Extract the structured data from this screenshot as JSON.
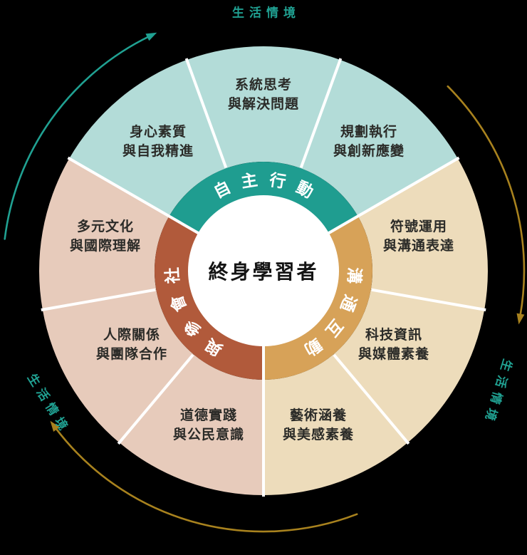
{
  "title": "終身學習者",
  "outer_context_labels": {
    "top": "生活情境",
    "bottom_left": "生活情境",
    "right": "生活情境"
  },
  "colors": {
    "background": "#000000",
    "center_circle": "#ffffff",
    "divider": "#ffffff",
    "teal_band": "#1f9d90",
    "teal_ring": "#b3dcd8",
    "gold_band": "#d7a258",
    "gold_ring": "#eddcbb",
    "rust_band": "#b15a3b",
    "rust_ring": "#e7cbbb",
    "context_text": "#20a192",
    "arc_teal": "#20a192",
    "arc_gold": "#a8821e",
    "band_text": "#ffffff",
    "competency_text": "#2b2b28"
  },
  "domains": [
    {
      "label": "自主行動",
      "chars": [
        "自",
        "主",
        "行",
        "動"
      ],
      "color_key": "teal",
      "competencies": [
        {
          "line1": "身心素質",
          "line2": "與自我精進"
        },
        {
          "line1": "系統思考",
          "line2": "與解決問題"
        },
        {
          "line1": "規劃執行",
          "line2": "與創新應變"
        }
      ]
    },
    {
      "label": "溝通互動",
      "chars": [
        "溝",
        "通",
        "互",
        "動"
      ],
      "color_key": "gold",
      "competencies": [
        {
          "line1": "符號運用",
          "line2": "與溝通表達"
        },
        {
          "line1": "科技資訊",
          "line2": "與媒體素養"
        },
        {
          "line1": "藝術涵養",
          "line2": "與美感素養"
        }
      ]
    },
    {
      "label": "社會參與",
      "chars": [
        "社",
        "會",
        "參",
        "與"
      ],
      "color_key": "rust",
      "competencies": [
        {
          "line1": "道德實踐",
          "line2": "與公民意識"
        },
        {
          "line1": "人際關係",
          "line2": "與團隊合作"
        },
        {
          "line1": "多元文化",
          "line2": "與國際理解"
        }
      ]
    }
  ]
}
